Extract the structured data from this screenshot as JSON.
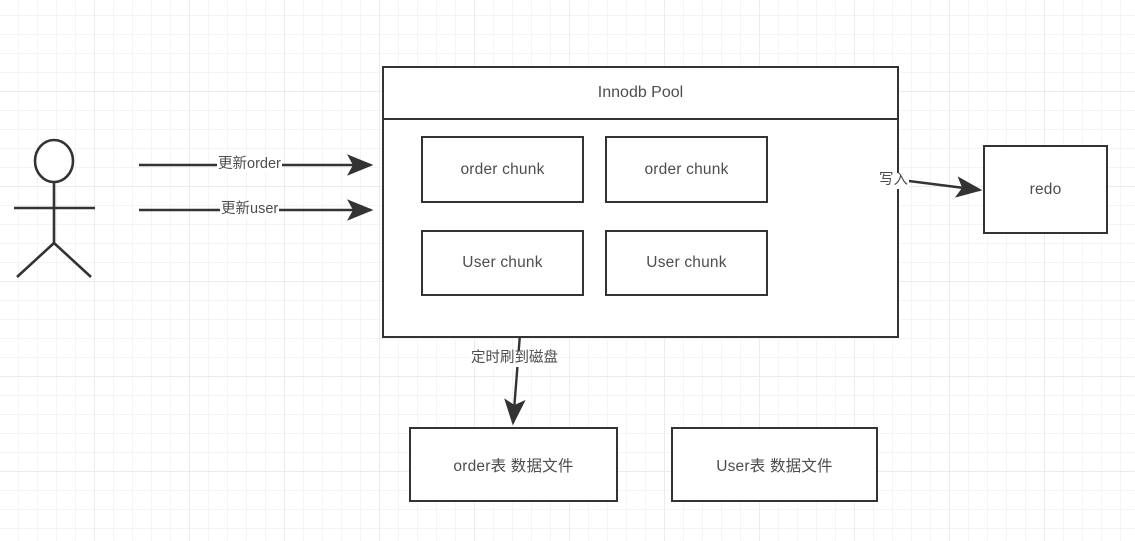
{
  "diagram": {
    "title": "Innodb Pool",
    "actor": {
      "name": "user-actor"
    },
    "pool": {
      "header_label": "Innodb Pool",
      "chunks": [
        {
          "label": "order chunk"
        },
        {
          "label": "order chunk"
        },
        {
          "label": "User chunk"
        },
        {
          "label": "User chunk"
        }
      ]
    },
    "redo_box": {
      "label": "redo"
    },
    "data_files": [
      {
        "label": "order表 数据文件"
      },
      {
        "label": "User表 数据文件"
      }
    ],
    "edges": [
      {
        "label": "更新order"
      },
      {
        "label": "更新user"
      },
      {
        "label": "写入"
      },
      {
        "label": "定时刷到磁盘"
      }
    ],
    "colors": {
      "stroke": "#333333",
      "text": "#4d4d4d",
      "background": "#ffffff",
      "grid_minor": "#f4f4f4",
      "grid_major": "#ebebeb"
    }
  }
}
